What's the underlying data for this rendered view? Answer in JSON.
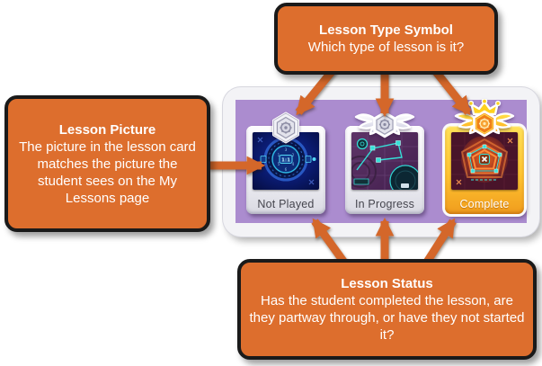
{
  "colors": {
    "callout_orange": "#dd6e2d",
    "callout_border": "#1a1a1a",
    "arrow_orange": "#d4672a",
    "panel_bg": "#f3f3f6",
    "panel_purple": "#ab8ccf",
    "card_frame_silver": "#ececf1",
    "card_frame_gold": "#ffc532",
    "status_text": "#45454e"
  },
  "callouts": {
    "lesson_type_symbol": {
      "title": "Lesson Type Symbol",
      "body": "Which type of lesson is it?"
    },
    "lesson_picture": {
      "title": "Lesson Picture",
      "body": "The picture in the lesson card matches the picture the student sees on the My Lessons page"
    },
    "lesson_status": {
      "title": "Lesson Status",
      "body": "Has the student completed the lesson, are they partway through, or have they not started it?"
    }
  },
  "panel": {
    "cards": [
      {
        "status": "Not Played",
        "badge": "hexagon-gear-badge",
        "picture": "ratio-dial",
        "picture_label": "1:1"
      },
      {
        "status": "In Progress",
        "badge": "winged-hexagon-badge",
        "picture": "graph-map"
      },
      {
        "status": "Complete",
        "badge": "crowned-winged-hexagon-badge",
        "picture": "pentagon-target"
      }
    ]
  }
}
